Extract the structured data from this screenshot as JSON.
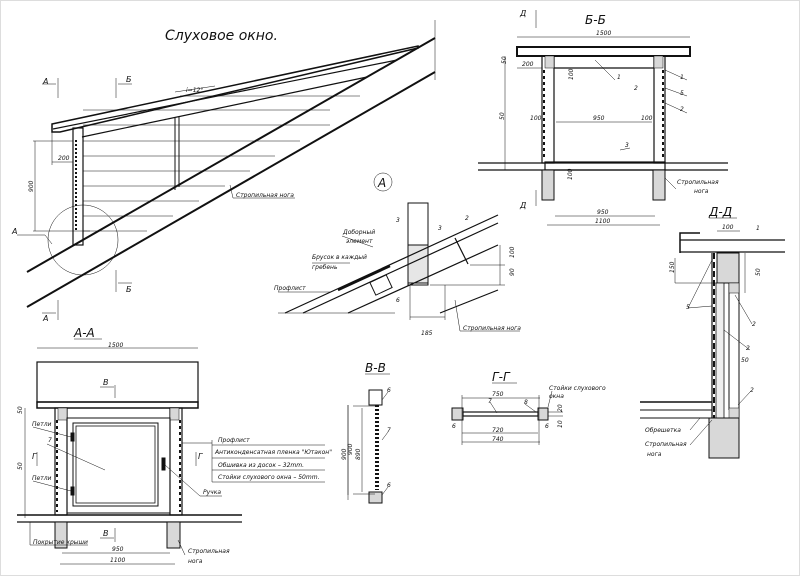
{
  "drawing": {
    "title": "Слуховое окно.",
    "side_view": {
      "cut_a_top": "А",
      "cut_a_bottom": "А",
      "cut_b_top": "Б",
      "cut_b_bottom": "Б",
      "detail_ref": "А",
      "slope": "i=12°",
      "dim_200": "200",
      "dim_900": "900",
      "rafter_label": "Стропильная нога"
    },
    "detail_a": {
      "marker": "А",
      "n3a": "3",
      "n3b": "3",
      "n2": "2",
      "n6": "6",
      "dobor_1": "Доборный",
      "dobor_2": "элемент",
      "brusok_1": "Брусок в каждый",
      "brusok_2": "гребень",
      "proflist": "Профлист",
      "dim_100": "100",
      "dim_90": "90",
      "dim_185": "185",
      "rafter_label": "Стропильная нога"
    },
    "section_bb": {
      "title": "Б-Б",
      "cut_d_top": "Д",
      "cut_d_bottom": "Д",
      "dim_1500": "1500",
      "dim_50a": "50",
      "dim_200": "200",
      "dim_100a": "100",
      "n1a": "1",
      "n2a": "2",
      "n1b": "1",
      "n5": "5",
      "n2b": "2",
      "dim_50b": "50",
      "dim_100b": "100",
      "dim_950": "950",
      "dim_100c": "100",
      "n3": "3",
      "dim_100d": "100",
      "rafter_1": "Стропильная",
      "rafter_2": "нога",
      "dim_950b": "950",
      "dim_1100": "1100"
    },
    "section_dd": {
      "title": "Д-Д",
      "dim_100": "100",
      "n1": "1",
      "dim_150": "150",
      "dim_50a": "50",
      "n5": "5",
      "n2a": "2",
      "n2b": "2",
      "dim_50b": "50",
      "n2c": "2",
      "obreshetka": "Обрешетка",
      "rafter_1": "Стропильная",
      "rafter_2": "нога"
    },
    "section_aa": {
      "title": "А-А",
      "dim_1500": "1500",
      "cut_v_top": "В",
      "cut_v_bottom": "В",
      "cut_g_left": "Г",
      "cut_g_right": "Г",
      "hinge_1": "Петли",
      "hinge_2": "Петли",
      "n7": "7",
      "dim_50a": "50",
      "dim_50b": "50",
      "dim_900": "900",
      "layers": [
        "Профлист",
        "Антиконденсатная пленка \"Ютакон\"",
        "Обшивка из досок  – 32mm.",
        "Стойки слухового окна  – 50mm."
      ],
      "handle": "Ручка",
      "roof_cover": "Покрытие крыши",
      "dim_950": "950",
      "dim_1100": "1100",
      "rafter_1": "Стропильная",
      "rafter_2": "нога"
    },
    "section_vv": {
      "title": "В-В",
      "n6a": "6",
      "n7": "7",
      "n6b": "6",
      "dim_900": "900",
      "dim_890": "890"
    },
    "section_gg": {
      "title": "Г-Г",
      "dim_750": "750",
      "n7": "7",
      "n8": "8",
      "post_1": "Стойки слухового",
      "post_2": "окна",
      "n6a": "6",
      "n6b": "6",
      "dim_720": "720",
      "dim_740": "740",
      "dim_10": "10",
      "dim_20": "20"
    }
  }
}
